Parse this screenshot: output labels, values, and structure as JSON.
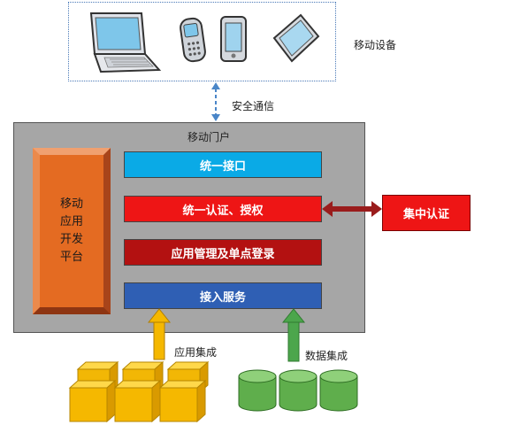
{
  "devices": {
    "label": "移动设备",
    "icons": [
      "laptop-icon",
      "feature-phone-icon",
      "smartphone-icon",
      "tablet-icon"
    ]
  },
  "secure_comm": {
    "label": "安全通信"
  },
  "portal": {
    "title": "移动门户",
    "dev_platform": {
      "lines": [
        "移动",
        "应用",
        "开发",
        "平台"
      ]
    },
    "layers": [
      {
        "label": "统一接口",
        "color": "#0aaae6"
      },
      {
        "label": "统一认证、授权",
        "color": "#ee1515"
      },
      {
        "label": "应用管理及单点登录",
        "color": "#b31111"
      },
      {
        "label": "接入服务",
        "color": "#2f5fb4"
      }
    ]
  },
  "central_auth": {
    "label": "集中认证"
  },
  "app_integration": {
    "label": "应用集成",
    "icon": "cube-stack-icon"
  },
  "data_integration": {
    "label": "数据集成",
    "icon": "database-cylinder-icon"
  },
  "colors": {
    "portal_bg": "#a6a6a6",
    "dev_platform": "#e46b22",
    "arrow_yellow": "#f5b800",
    "arrow_green": "#4ca64c"
  }
}
